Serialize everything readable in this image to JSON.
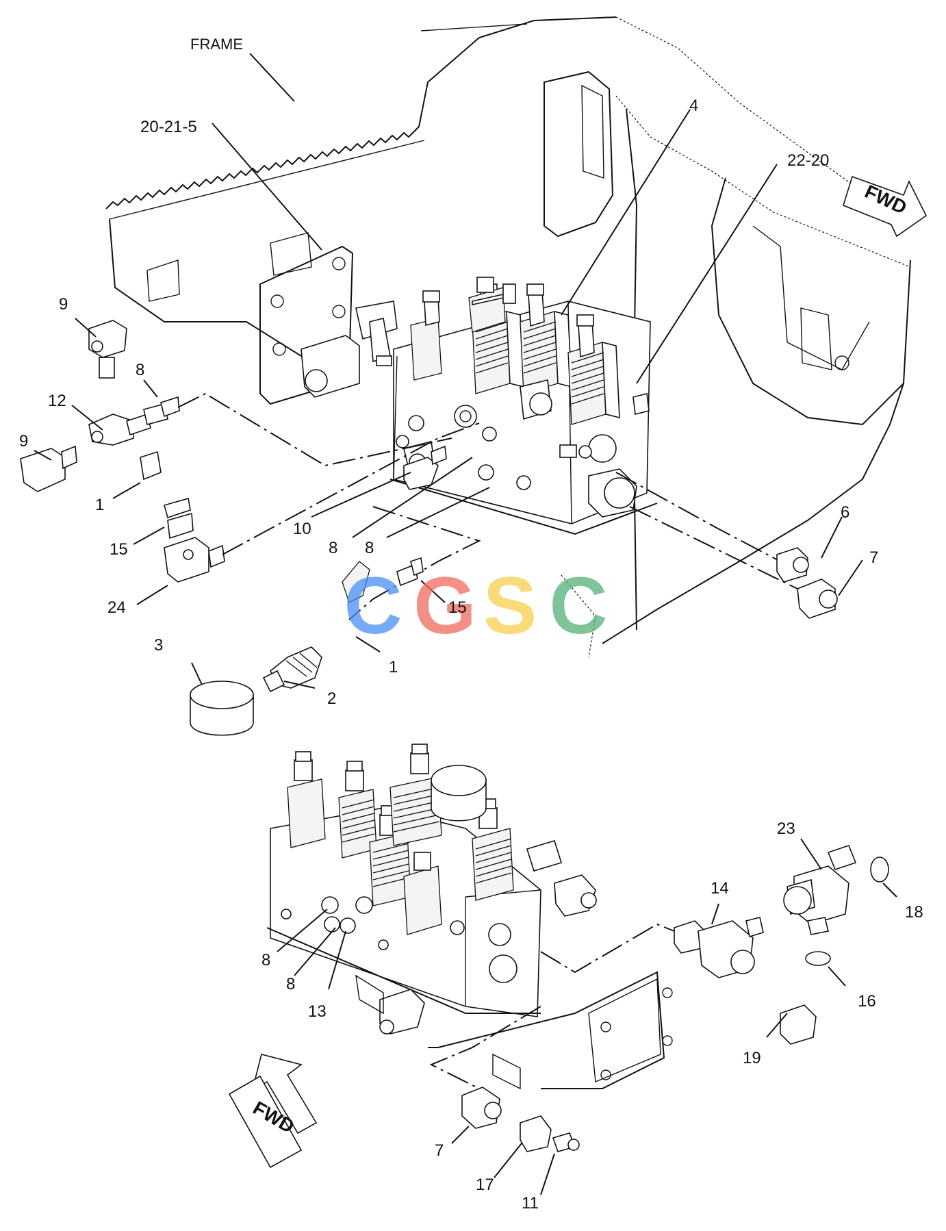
{
  "diagram": {
    "arrows": {
      "top": "FWD",
      "bottom": "FWD"
    },
    "watermark": {
      "letters": [
        "C",
        "G",
        "S",
        "C"
      ],
      "colors": [
        "#4a8ef5",
        "#ef6a5b",
        "#f7cf4e",
        "#55b07a"
      ]
    },
    "callouts": {
      "frame": "FRAME",
      "c20_21_5": "20-21-5",
      "c4": "4",
      "c22_20": "22-20",
      "c9a": "9",
      "c8a": "8",
      "c12": "12",
      "c9b": "9",
      "c1a": "1",
      "c15a": "15",
      "c24": "24",
      "c10": "10",
      "c8b": "8",
      "c8c": "8",
      "c6": "6",
      "c7a": "7",
      "c15b": "15",
      "c3": "3",
      "c1b": "1",
      "c2": "2",
      "c23": "23",
      "c14": "14",
      "c18": "18",
      "c16": "16",
      "c19": "19",
      "c8d": "8",
      "c8e": "8",
      "c13": "13",
      "c7b": "7",
      "c17": "17",
      "c11": "11"
    }
  }
}
